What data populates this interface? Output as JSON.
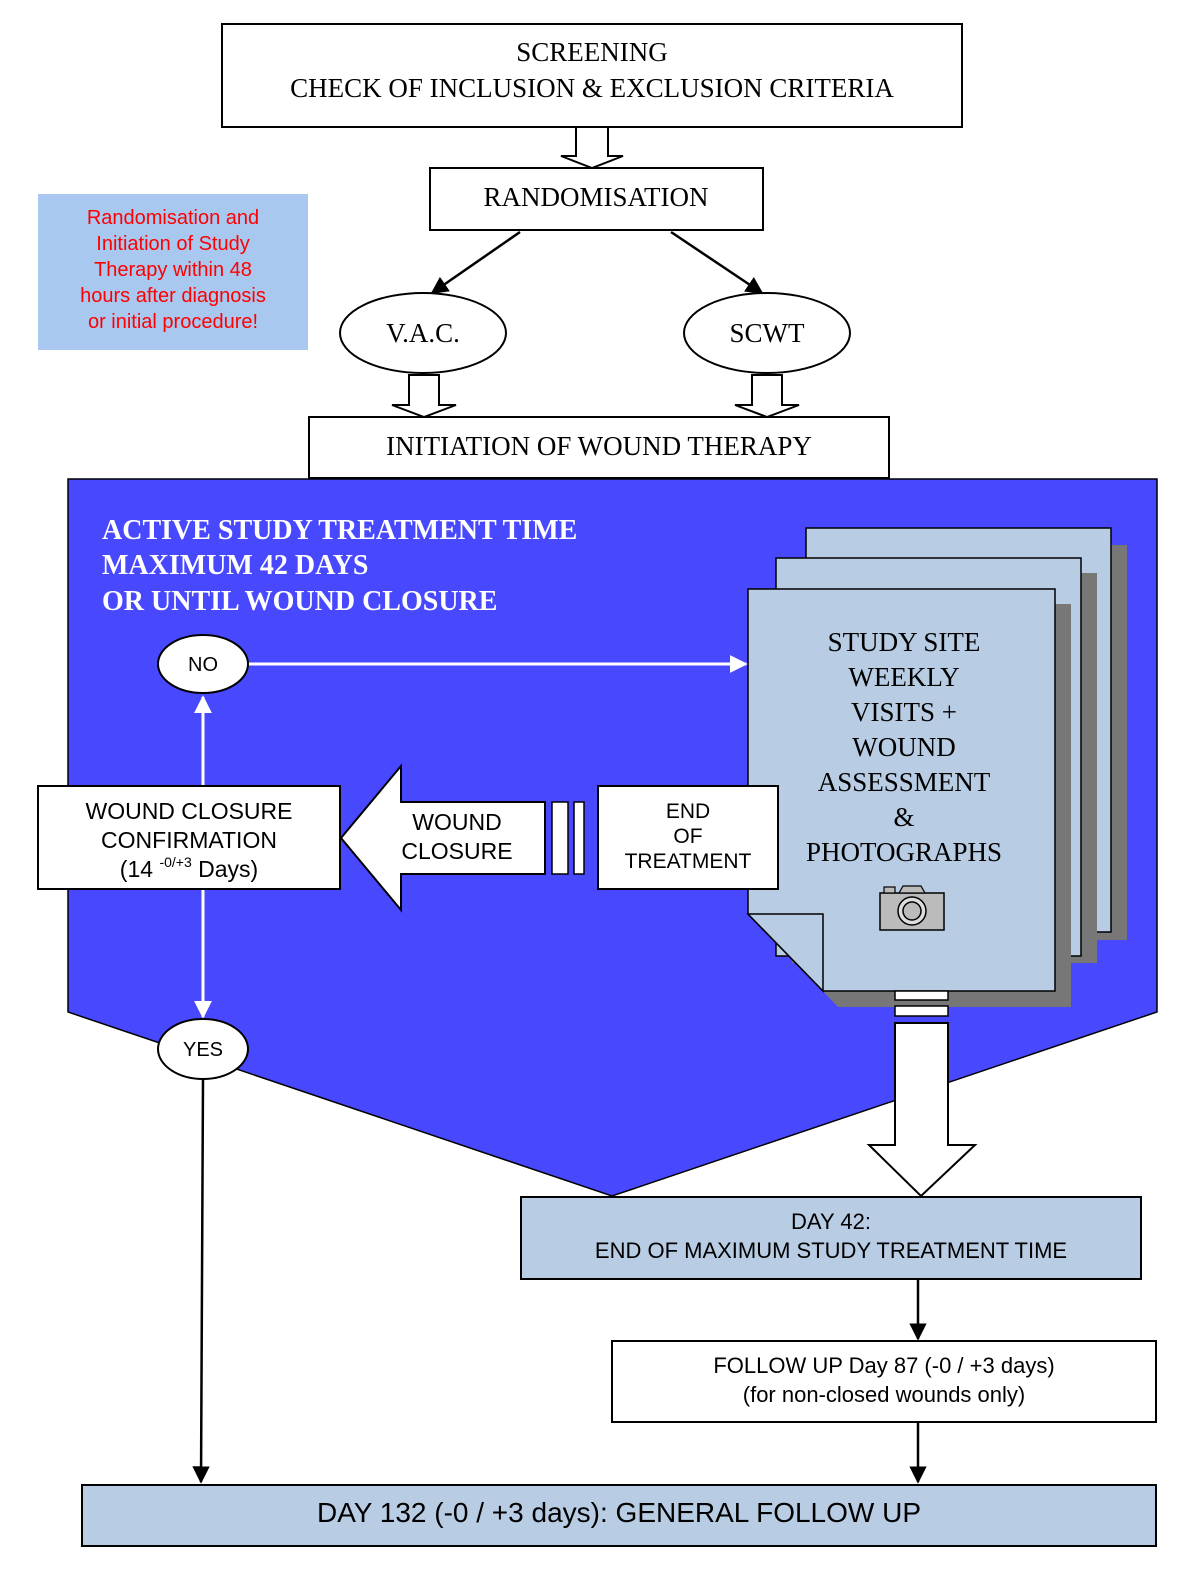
{
  "screening": {
    "line1": "SCREENING",
    "line2": "CHECK OF INCLUSION & EXCLUSION CRITERIA"
  },
  "randomisation": "RANDOMISATION",
  "note": {
    "lines": [
      "Randomisation and",
      "Initiation of Study",
      "Therapy within 48",
      "hours after diagnosis",
      "or initial procedure!"
    ],
    "bg_color": "#a8c8f0",
    "text_color": "#ff0000"
  },
  "arms": {
    "vac": "V.A.C.",
    "scwt": "SCWT"
  },
  "initiation": "INITIATION OF WOUND THERAPY",
  "active": {
    "lines": [
      "ACTIVE STUDY TREATMENT TIME",
      "MAXIMUM 42 DAYS",
      "OR UNTIL WOUND CLOSURE"
    ],
    "bg_color": "#4848ff"
  },
  "decision": {
    "no": "NO",
    "yes": "YES"
  },
  "closure_confirmation": {
    "line1": "WOUND CLOSURE",
    "line2": "CONFIRMATION",
    "line3_pre": "(14 ",
    "line3_sup": "-0/+3",
    "line3_post": " Days)"
  },
  "wound_closure_arrow": {
    "line1": "WOUND",
    "line2": "CLOSURE"
  },
  "end_of_treatment": {
    "line1": "END",
    "line2": "OF",
    "line3": "TREATMENT"
  },
  "visits": {
    "lines": [
      "STUDY SITE",
      "WEEKLY",
      "VISITS +",
      "WOUND",
      "ASSESSMENT",
      "&",
      "PHOTOGRAPHS"
    ],
    "page_color": "#b8cce4",
    "icon": "camera-icon"
  },
  "day42": {
    "line1": "DAY 42:",
    "line2": "END OF MAXIMUM STUDY TREATMENT TIME",
    "bg_color": "#b8cce4"
  },
  "followup87": {
    "line1": "FOLLOW UP Day 87 (-0 / +3 days)",
    "line2": "(for non-closed wounds only)"
  },
  "day132": {
    "label": "DAY 132 (-0 / +3 days): GENERAL FOLLOW UP",
    "bg_color": "#b8cce4"
  }
}
